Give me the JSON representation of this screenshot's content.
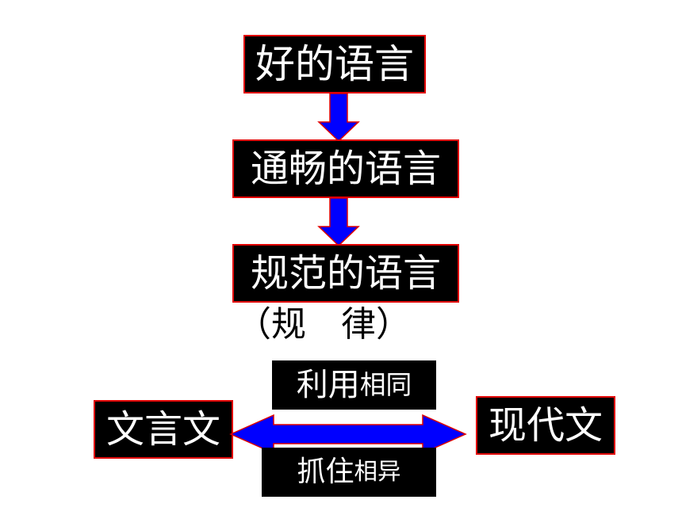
{
  "flow": {
    "good_language": "好的语言",
    "fluent_language": "通畅的语言",
    "standard_language": "规范的语言",
    "rule_note": "（规　律）"
  },
  "comparison": {
    "left": "文言文",
    "right": "现代文",
    "top_label_main": "利用",
    "top_label_sub": "相同",
    "bottom_label_main": "抓住",
    "bottom_label_sub": "相异"
  },
  "colors": {
    "box_fill": "#000000",
    "box_border": "#e00000",
    "box_text": "#ffffff",
    "arrow_fill": "#0000ff",
    "arrow_border": "#e00000"
  },
  "icons": [
    "down-arrow-icon",
    "down-arrow-icon",
    "double-arrow-icon"
  ]
}
